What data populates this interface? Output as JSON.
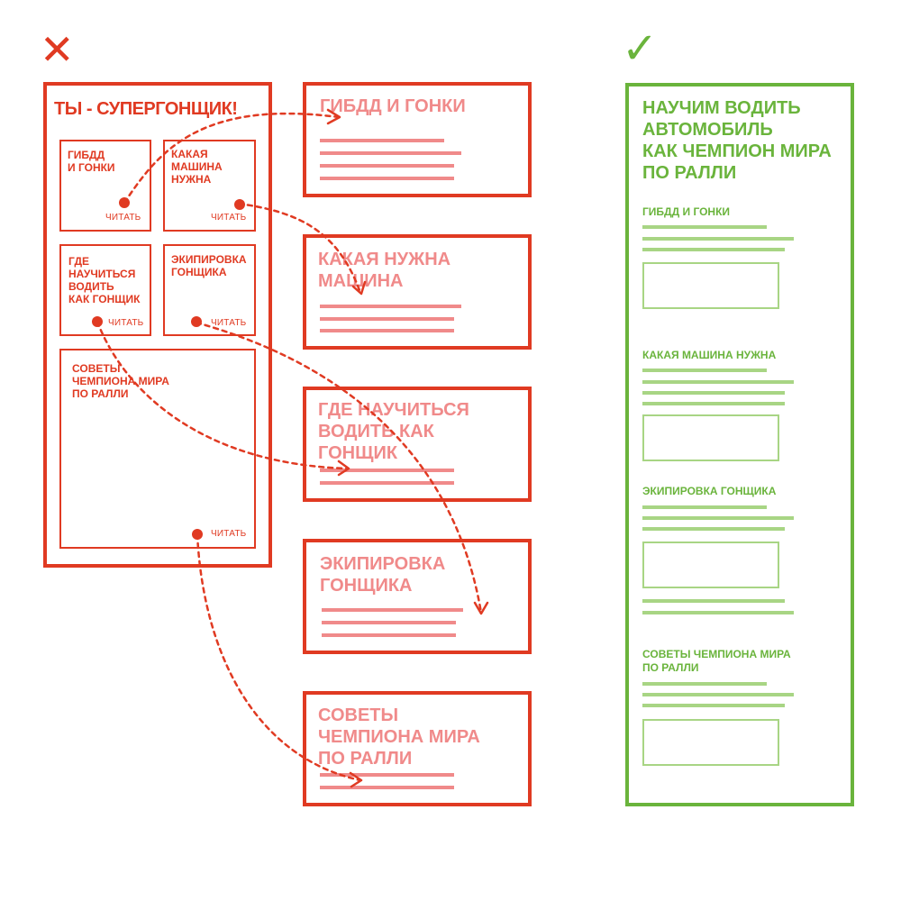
{
  "bad_example": {
    "mark": "✕",
    "page_title": "ТЫ - СУПЕРГОНЩИК!",
    "tiles": [
      {
        "title": "ГИБДД\nИ ГОНКИ",
        "read": "ЧИТАТЬ"
      },
      {
        "title": "КАКАЯ\nМАШИНА\nНУЖНА",
        "read": "ЧИТАТЬ"
      },
      {
        "title": "ГДЕ\nНАУЧИТЬСЯ\nВОДИТЬ\nКАК ГОНЩИК",
        "read": "ЧИТАТЬ"
      },
      {
        "title": "ЭКИПИРОВКА\nГОНЩИКА",
        "read": "ЧИТАТЬ"
      },
      {
        "title": "СОВЕТЫ\nЧЕМПИОНА МИРА\nПО РАЛЛИ",
        "read": "ЧИТАТЬ"
      }
    ],
    "pages": [
      {
        "title": "ГИБДД И ГОНКИ"
      },
      {
        "title": "КАКАЯ НУЖНА\nМАШИНА"
      },
      {
        "title": "ГДЕ НАУЧИТЬСЯ\nВОДИТЬ КАК\nГОНЩИК"
      },
      {
        "title": "ЭКИПИРОВКА\nГОНЩИКА"
      },
      {
        "title": "СОВЕТЫ\nЧЕМПИОНА МИРА\nПО РАЛЛИ"
      }
    ]
  },
  "good_example": {
    "mark": "✓",
    "page_title": "НАУЧИМ ВОДИТЬ\nАВТОМОБИЛЬ\nКАК ЧЕМПИОН МИРА\nПО РАЛЛИ",
    "sections": [
      {
        "title": "ГИБДД И ГОНКИ"
      },
      {
        "title": "КАКАЯ МАШИНА НУЖНА"
      },
      {
        "title": "ЭКИПИРОВКА ГОНЩИКА"
      },
      {
        "title": "СОВЕТЫ ЧЕМПИОНА МИРА\nПО РАЛЛИ"
      }
    ]
  },
  "colors": {
    "bad": "#e03a22",
    "bad_light": "#f08a8a",
    "good": "#6ab43c",
    "good_light": "#a8d584"
  }
}
